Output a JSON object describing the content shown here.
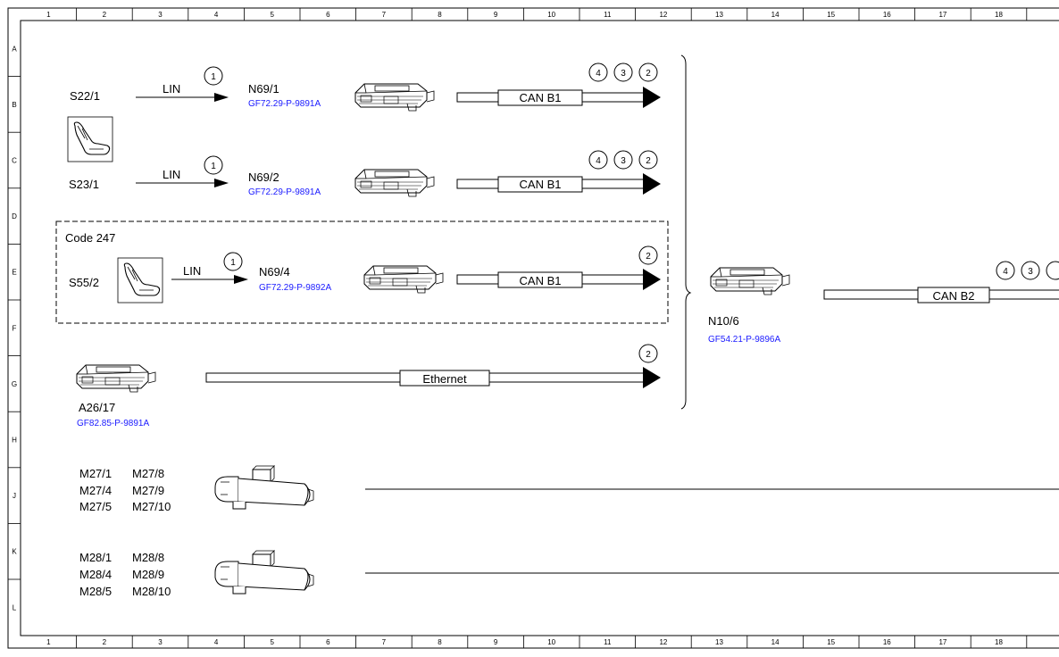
{
  "grid": {
    "columns": [
      "1",
      "2",
      "3",
      "4",
      "5",
      "6",
      "7",
      "8",
      "9",
      "10",
      "11",
      "12",
      "13",
      "14",
      "15",
      "16",
      "17",
      "18"
    ],
    "rows": [
      "A",
      "B",
      "C",
      "D",
      "E",
      "F",
      "G",
      "H",
      "J",
      "K",
      "L"
    ]
  },
  "components": {
    "s22_1": "S22/1",
    "s23_1": "S23/1",
    "s55_2": "S55/2",
    "n69_1": {
      "name": "N69/1",
      "ref": "GF72.29-P-9891A"
    },
    "n69_2": {
      "name": "N69/2",
      "ref": "GF72.29-P-9891A"
    },
    "n69_4": {
      "name": "N69/4",
      "ref": "GF72.29-P-9892A"
    },
    "a26_17": {
      "name": "A26/17",
      "ref": "GF82.85-P-9891A"
    },
    "n10_6": {
      "name": "N10/6",
      "ref": "GF54.21-P-9896A"
    },
    "code_box": "Code 247"
  },
  "connections": {
    "lin": "LIN",
    "can_b1": "CAN B1",
    "can_b2": "CAN B2",
    "ethernet": "Ethernet"
  },
  "markers": {
    "one": "1",
    "two": "2",
    "three": "3",
    "four": "4"
  },
  "motors": {
    "m27": [
      "M27/1",
      "M27/8",
      "M27/4",
      "M27/9",
      "M27/5",
      "M27/10"
    ],
    "m28": [
      "M28/1",
      "M28/8",
      "M28/4",
      "M28/9",
      "M28/5",
      "M28/10"
    ]
  }
}
